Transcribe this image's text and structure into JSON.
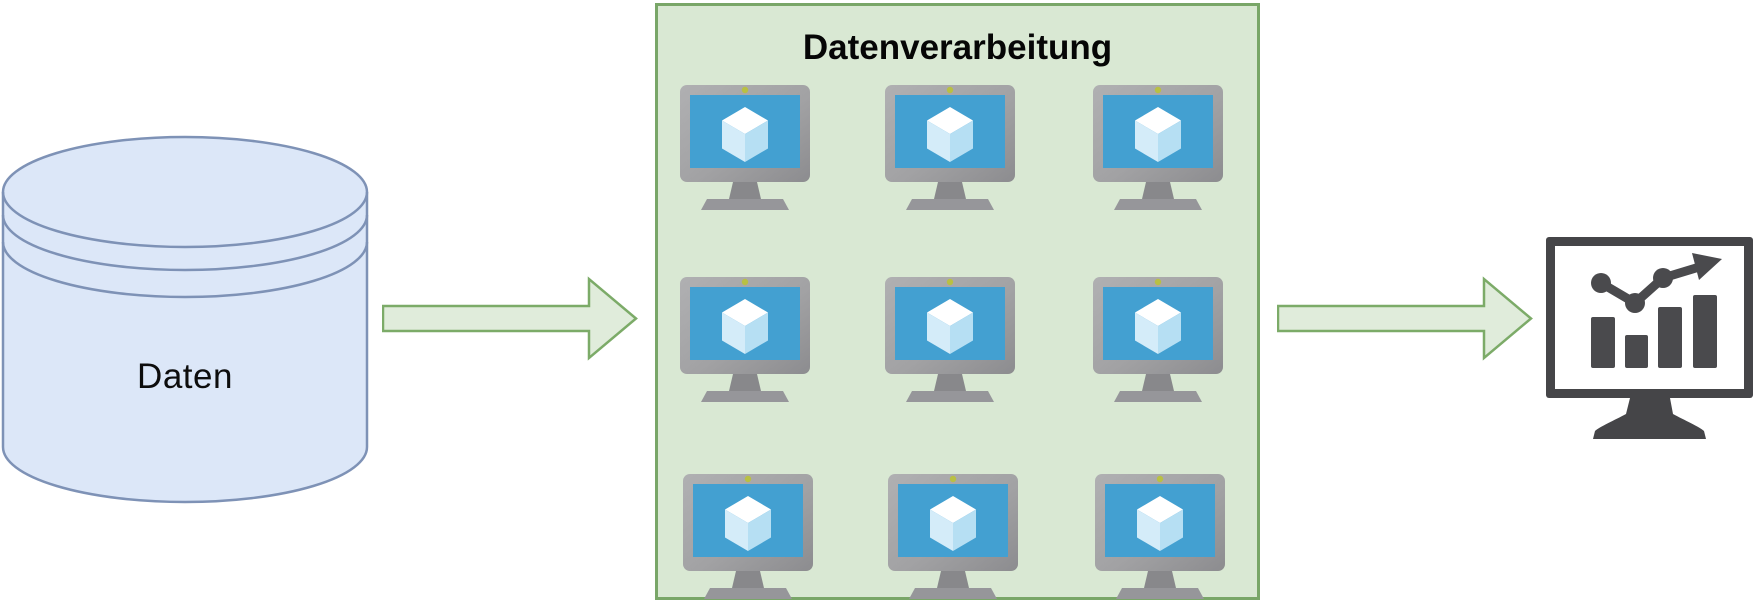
{
  "labels": {
    "source": "Daten",
    "process_title": "Datenverarbeitung"
  },
  "colors": {
    "background": "#ffffff",
    "cylinder_fill": "#dce7f8",
    "cylinder_stroke": "#7e92b6",
    "process_box_fill": "#d9e8d3",
    "process_box_stroke": "#79a668",
    "arrow_fill": "#e0ecdb",
    "arrow_stroke": "#7cab68",
    "vm_frame": "#a2a2a4",
    "vm_screen": "#43a0d1",
    "vm_cube_top": "#ffffff",
    "vm_cube_left": "#d4ecf9",
    "vm_cube_right": "#b6dff3",
    "vm_webcam_dot": "#b9c043",
    "output_monitor": "#454548"
  },
  "icons": {
    "source": "database-cylinder",
    "processing_unit": "vm-monitor-cube",
    "flow": "right-block-arrow",
    "output": "analytics-monitor-chart"
  },
  "vm_grid": {
    "rows": 3,
    "cols": 3,
    "count": 9
  },
  "output_chart": {
    "type": "bar-with-trend-arrow",
    "relative_bar_heights": [
      51,
      33,
      61,
      73
    ],
    "trend_direction": "up"
  }
}
